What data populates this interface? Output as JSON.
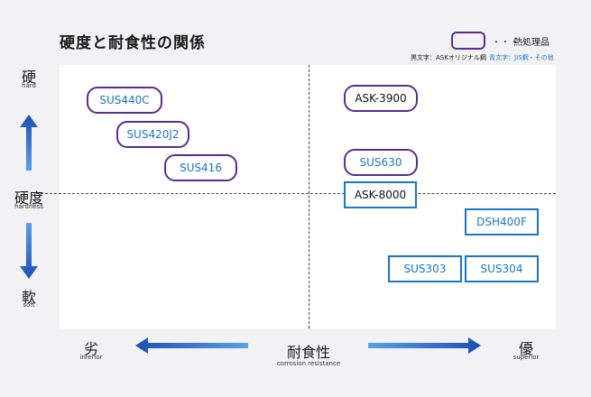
{
  "title": "硬度と耐食性の関係",
  "legend": {
    "dots": "・・・",
    "heat_label": "熱処理品",
    "black_text": "黒文字：ASKオリジナル鋼",
    "blue_text": "青文字：JIS鋼・その他"
  },
  "y_axis": {
    "top": "硬",
    "top_en": "hard",
    "mid": "硬度",
    "mid_en": "hardness",
    "bottom": "軟",
    "bottom_en": "soft"
  },
  "x_axis": {
    "left": "劣",
    "left_en": "inferior",
    "mid": "耐食性",
    "mid_en": "corrosion resistance",
    "right": "優",
    "right_en": "superior"
  },
  "items": [
    {
      "label": "SUS440C",
      "style": "heat",
      "color": "blue"
    },
    {
      "label": "SUS420J2",
      "style": "heat",
      "color": "blue"
    },
    {
      "label": "SUS416",
      "style": "heat",
      "color": "blue"
    },
    {
      "label": "ASK-3900",
      "style": "heat",
      "color": "black"
    },
    {
      "label": "SUS630",
      "style": "heat",
      "color": "blue"
    },
    {
      "label": "ASK-8000",
      "style": "plain",
      "color": "black"
    },
    {
      "label": "DSH400F",
      "style": "plain",
      "color": "blue"
    },
    {
      "label": "SUS303",
      "style": "plain",
      "color": "blue"
    },
    {
      "label": "SUS304",
      "style": "plain",
      "color": "blue"
    }
  ],
  "colors": {
    "heat_border": "#5b2c91",
    "blue": "#1a76c7",
    "arrow": "#1f5fbf"
  }
}
